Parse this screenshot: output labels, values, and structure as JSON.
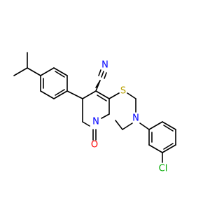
{
  "molecule": {
    "atoms": [
      {
        "id": "n_cn",
        "label": "N",
        "color": "#0000ff"
      },
      {
        "id": "s1",
        "label": "S",
        "color": "#b8a000"
      },
      {
        "id": "n2",
        "label": "N",
        "color": "#0000ff"
      },
      {
        "id": "n3",
        "label": "N",
        "color": "#0000ff"
      },
      {
        "id": "o1",
        "label": "O",
        "color": "#ff0000"
      },
      {
        "id": "cl1",
        "label": "Cl",
        "color": "#00aa00"
      }
    ]
  }
}
